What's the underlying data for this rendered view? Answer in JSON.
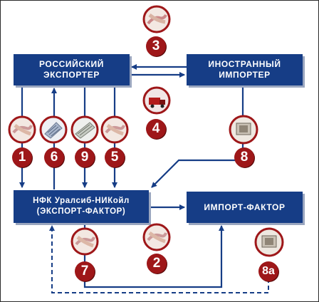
{
  "boxes": {
    "russian_exporter": [
      "РОССИЙСКИЙ",
      "ЭКСПОРТЕР"
    ],
    "foreign_importer": [
      "ИНОСТРАННЫЙ",
      "ИМПОРТЕР"
    ],
    "factor_company": [
      "НФК Уралсиб-НИКойл",
      "(ЭКСПОРТ-ФАКТОР)"
    ],
    "import_factor": [
      "ИМПОРТ-ФАКТОР"
    ]
  },
  "steps": {
    "s1": "1",
    "s2": "2",
    "s3": "3",
    "s4": "4",
    "s5": "5",
    "s6": "6",
    "s7": "7",
    "s8": "8",
    "s8a": "8a",
    "s9": "9"
  },
  "icons": {
    "s3": "handshake-icon",
    "s4": "truck-icon",
    "s1": "handshake-icon",
    "s6": "documents-icon",
    "s9": "money-icon",
    "s5": "handshake-icon",
    "s8": "payment-icon",
    "s2": "handshake-icon",
    "s7": "handshake-icon",
    "s8a": "payment-icon"
  },
  "colors": {
    "box": "#163d86",
    "arrow": "#163d86",
    "badge": "#9e1719"
  }
}
